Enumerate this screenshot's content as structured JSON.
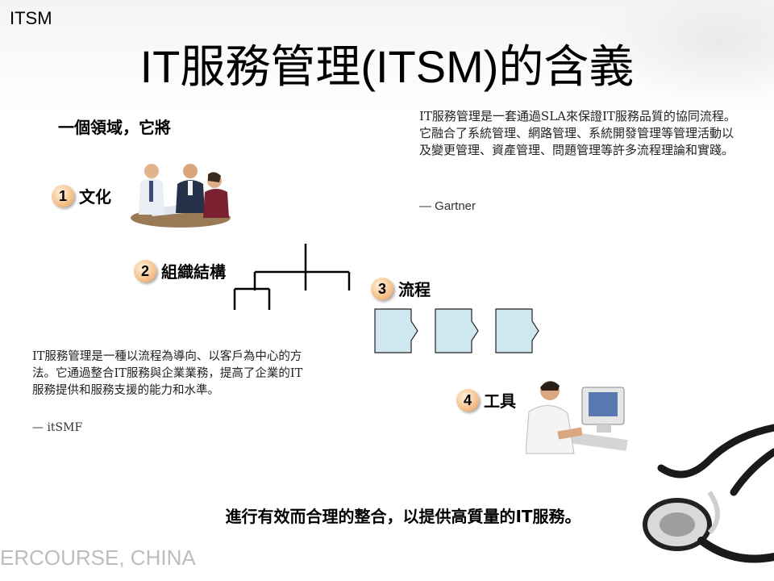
{
  "slide": {
    "corner_tag": "ITSM",
    "title": "IT服務管理(ITSM)的含義",
    "section_heading": "一個領域，它將",
    "items": [
      {
        "number": "1",
        "label": "文化"
      },
      {
        "number": "2",
        "label": "組織結構"
      },
      {
        "number": "3",
        "label": "流程"
      },
      {
        "number": "4",
        "label": "工具"
      }
    ],
    "quote_gartner": {
      "text": "IT服務管理是一套通過SLA來保證IT服務品質的協同流程。它融合了系統管理、網路管理、系統開發管理等管理活動以及變更管理、資產管理、問題管理等許多流程理論和實踐。",
      "source": "— Gartner"
    },
    "quote_itsmf": {
      "text": "IT服務管理是一種以流程為導向、以客戶為中心的方法。它通過整合IT服務與企業業務，提高了企業的IT服務提供和服務支援的能力和水準。",
      "source": "— itSMF"
    },
    "conclusion": "進行有效而合理的整合，以提供高質量的IT服務。",
    "footer_text": "ERCOURSE, CHINA",
    "colors": {
      "badge": "#f6c490",
      "process_box": "#cfe8ef",
      "footer": "#bdbdbd"
    },
    "images": [
      "business-meeting-photo",
      "call-center-operator-photo",
      "stethoscope-photo"
    ]
  }
}
